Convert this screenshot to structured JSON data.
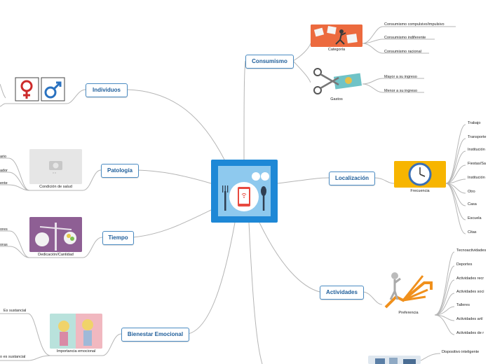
{
  "central": {
    "icon": "restaurant-app-icon"
  },
  "topics": {
    "consumismo": "Consumismo",
    "localizacion": "Localización",
    "actividades": "Actividades",
    "individuos": "Individuos",
    "patologia": "Patología",
    "tiempo": "Tiempo",
    "bienestar": "Bienestar Emocional"
  },
  "captions": {
    "categoria": "Categoría",
    "gastos": "Gastos",
    "frecuencia": "Frecuencia",
    "preferencia": "Preferencia",
    "condicion": "Condición de salud",
    "dedicacion": "Dedicación/Cantidad",
    "importancia": "Importancia emocional"
  },
  "categoria_items": [
    "Consumismo compulsivo/impulsivo",
    "Consumismo indiferente",
    "Consumismo racional"
  ],
  "gastos_items": [
    "Mayor a su ingreso",
    "Menor a su ingreso"
  ],
  "frecuencia_items": [
    "Trabajo",
    "Transporte",
    "Institución",
    "Fiestas/Sa",
    "Institución",
    "Otro",
    "Casa",
    "Escuela",
    "Citas"
  ],
  "preferencia_items": [
    "Tecnoactividades",
    "Deportes",
    "Actividades recr",
    "Actividades soci",
    "Talleres",
    "Actividades artí",
    "Actividades de r"
  ],
  "bottom_right_items": [
    "Dispositivo inteligente"
  ],
  "patologia_items": [
    "ario",
    "ador",
    "ente"
  ],
  "tiempo_items": [
    "ores",
    "oras"
  ],
  "bienestar_items": [
    "Es sustancial",
    "o es sustancial"
  ],
  "colors": {
    "accent": "#1e88d6",
    "topic_border": "#4a8bc2",
    "link": "#b5b5b5",
    "female": "#cc2a2a",
    "male": "#2a72c0"
  }
}
